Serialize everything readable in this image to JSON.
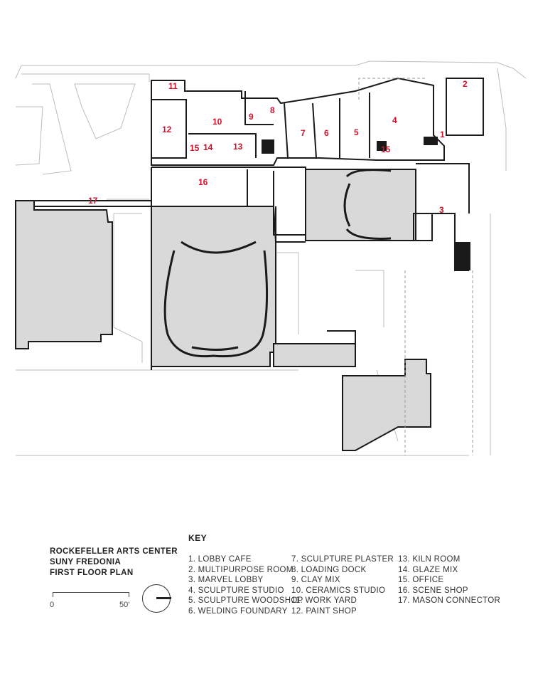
{
  "labels": [
    "1",
    "2",
    "3",
    "4",
    "5",
    "6",
    "7",
    "8",
    "9",
    "10",
    "11",
    "12",
    "13",
    "14",
    "15",
    "15",
    "16",
    "17"
  ],
  "title": {
    "line1": "ROCKEFELLER ARTS CENTER",
    "line2": "SUNY FREDONIA",
    "line3": "FIRST FLOOR PLAN"
  },
  "scale": {
    "start": "0",
    "end": "50'"
  },
  "key": {
    "heading": "KEY",
    "col1": [
      "1. LOBBY CAFE",
      "2. MULTIPURPOSE ROOM",
      "3. MARVEL LOBBY",
      "4. SCULPTURE STUDIO",
      "5. SCULPTURE WOODSHOP",
      "6. WELDING FOUNDARY"
    ],
    "col2": [
      "7.  SCULPTURE PLASTER",
      "8.  LOADING DOCK",
      "9.  CLAY MIX",
      "10. CERAMICS STUDIO",
      "11. WORK YARD",
      "12. PAINT SHOP"
    ],
    "col3": [
      "13. KILN ROOM",
      "14. GLAZE MIX",
      "15. OFFICE",
      "16. SCENE SHOP",
      "17. MASON CONNECTOR"
    ]
  },
  "colors": {
    "room_number": "#d0112b",
    "fill": "#d9d9d9",
    "wall": "#1a1a1a",
    "site_line": "#bdbdbd"
  }
}
